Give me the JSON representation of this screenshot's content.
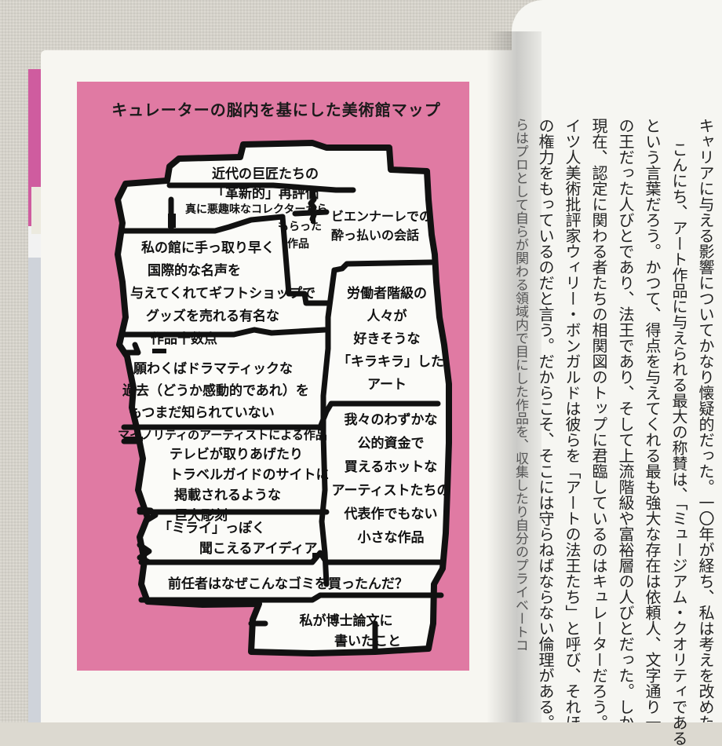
{
  "map": {
    "title": "キュレーターの脳内を基にした美術館マップ",
    "rooms": {
      "r1": [
        "近代の巨匠たちの",
        "「革新的」再評価"
      ],
      "r2": [
        "真に悪趣味なコレクターから",
        "もらった",
        "作品"
      ],
      "r3": [
        "ビエンナーレでの",
        "酔っ払いの会話"
      ],
      "r4": [
        "私の館に手っ取り早く",
        "国際的な名声を",
        "与えてくれてギフトショップで",
        "グッズを売れる有名な",
        "作品十数点"
      ],
      "r5": [
        "労働者階級の",
        "人々が",
        "好きそうな",
        "「キラキラ」した",
        "アート"
      ],
      "r6": [
        "願わくばドラマティックな",
        "過去（どうか感動的であれ）を",
        "もつまだ知られていない",
        "マイノリティのアーティストによる作品"
      ],
      "r7": [
        "我々のわずかな",
        "公的資金で",
        "買えるホットな",
        "アーティストたちの",
        "代表作でもない",
        "小さな作品"
      ],
      "r8": [
        "テレビが取りあげたり",
        "トラベルガイドのサイトに",
        "掲載されるような",
        "巨大彫刻"
      ],
      "r9": [
        "「ミライ」っぽく",
        "聞こえるアイディア"
      ],
      "r10": [
        "前任者はなぜこんなゴミを買ったんだ？"
      ],
      "r11": [
        "私が博士論文に",
        "書いたこと"
      ]
    }
  },
  "body": {
    "columns": [
      "キャリアに与える影響についてかなり懐疑的だった。一〇年が経ち、私は考えを改めた。",
      "こんにち、アート作品に与えられる最大の称賛は、「ミュージアム・クオリティである」",
      "という言葉だろう。かつて、得点を与えてくれる最も強大な存在は依頼人、文字通り一国",
      "の王だった人びとであり、法王であり、そして上流階級や富裕層の人びとだった。しかし",
      "現在、認定に関わる者たちの相関図のトップに君臨しているのはキュレーターだろう。ド",
      "イツ人美術批評家ウィリー・ボンガルドは彼らを「アートの法王たち」と呼び、それほど",
      "の権力をもっているのだと言う。だからこそ、そこには守らねばならない倫理がある。彼",
      "らはプロとして自らが関わる領域内で目にした作品を、収集したり自分のプライベートコ"
    ]
  },
  "colors": {
    "panel": "#e07aa3",
    "ink": "#111111",
    "paper": "#f7f6f1"
  }
}
